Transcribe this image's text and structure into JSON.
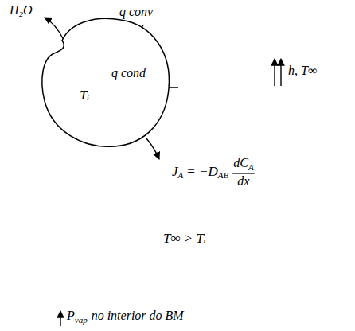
{
  "diagram": {
    "nodes": [
      {
        "text": [
          "Tᵢ"
        ]
      }
    ],
    "labels": [
      "H₂O",
      "q conv",
      "q cond",
      "h, T∞",
      "J",
      "A",
      "= −D",
      "AB",
      "dC",
      "A",
      "dx",
      "T∞ > Tᵢ",
      "P",
      "vap",
      "no interior do BM"
    ]
  }
}
